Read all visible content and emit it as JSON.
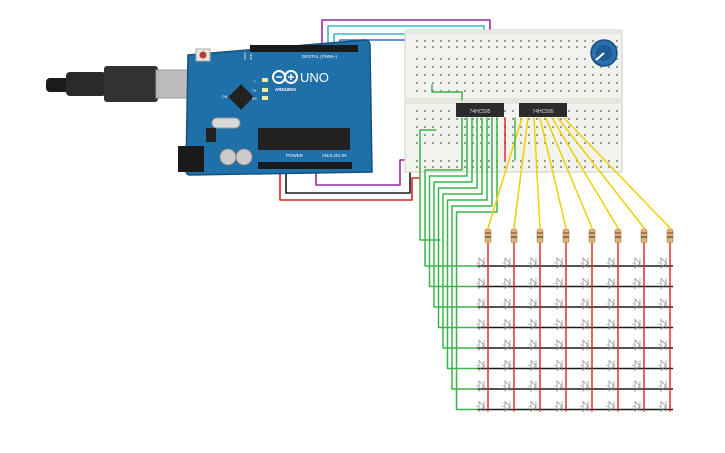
{
  "arduino": {
    "logo": "ARDUINO",
    "model": "UNO",
    "digital_label": "DIGITAL (PWM~)",
    "power_label": "POWER",
    "analog_label": "ANALOG IN",
    "tx_label": "TX",
    "rx_label": "RX",
    "l_label": "L",
    "on_label": "ON",
    "aref_label": "AREF",
    "gnd_label": "GND"
  },
  "chips": [
    {
      "label": "74HC595"
    },
    {
      "label": "74HC595"
    }
  ],
  "matrix": {
    "rows": 8,
    "cols": 8
  },
  "colors": {
    "board": "#1f6fa8",
    "board_dark": "#15527e",
    "breadboard": "#f2f2ee",
    "chip": "#2b2b2b",
    "wire_green": "#3bb54a",
    "wire_yellow": "#f0d000",
    "wire_red": "#e0201f",
    "wire_black": "#1a1a1a",
    "wire_purple": "#9b2aa0",
    "wire_cyan": "#3cb8c8",
    "wire_blue": "#2a74c8",
    "pot": "#2a6fb0"
  }
}
